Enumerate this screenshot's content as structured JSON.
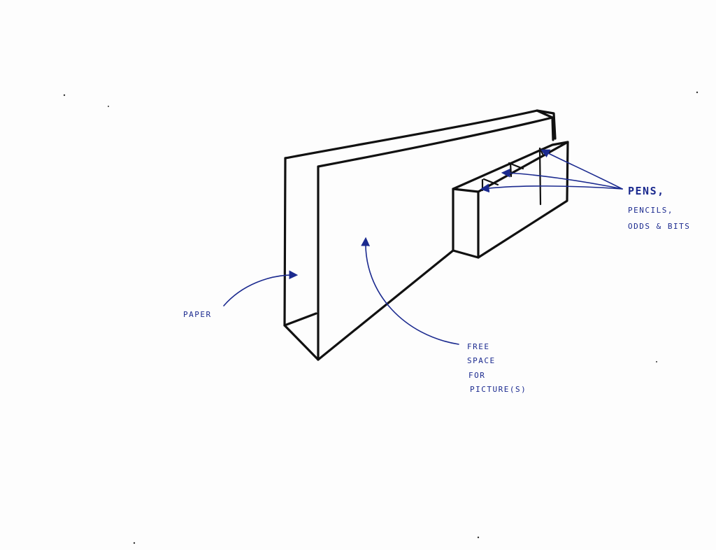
{
  "annotations": {
    "paper": "Paper",
    "free_space": [
      "Free",
      "Space",
      "For",
      "Picture(s)"
    ],
    "pens": [
      "Pens,",
      "Pencils,",
      "Odds & Bits"
    ]
  },
  "colors": {
    "ink": "#111111",
    "annotation": "#1b2a8f",
    "paper": "#fdfdfd"
  }
}
